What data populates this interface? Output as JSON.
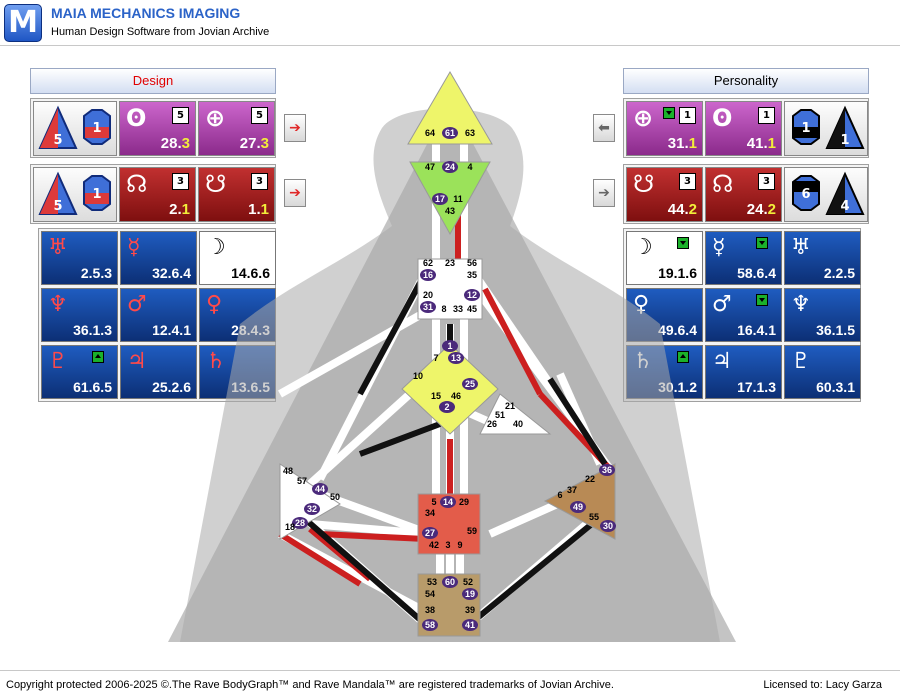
{
  "header": {
    "logo_letter": "M",
    "title": "MAIA MECHANICS IMAGING",
    "subtitle": "Human Design Software from Jovian Archive"
  },
  "design": {
    "title": "Design",
    "title_color": "#e00000",
    "row1": {
      "icon_a": "5",
      "icon_b": "1",
      "sun": {
        "sym": "ʘ",
        "line": "5",
        "val_main": "28.",
        "val_hl": "3"
      },
      "earth": {
        "sym": "⊕",
        "line": "5",
        "val_main": "27.",
        "val_hl": "3"
      }
    },
    "row2": {
      "icon_a": "5",
      "icon_b": "1",
      "north": {
        "sym": "☊",
        "line": "3",
        "val_main": "2.",
        "val_hl": "1"
      },
      "south": {
        "sym": "☋",
        "line": "3",
        "val_main": "1.",
        "val_hl": "1"
      }
    },
    "planets": [
      {
        "sym": "♅",
        "val": "2.5.3"
      },
      {
        "sym": "☿",
        "val": "32.6.4"
      },
      {
        "sym": "☽",
        "val": "14.6.6"
      },
      {
        "sym": "♆",
        "val": "36.1.3"
      },
      {
        "sym": "♂",
        "val": "12.4.1"
      },
      {
        "sym": "♀",
        "val": "28.4.3"
      },
      {
        "sym": "♇",
        "val": "61.6.5"
      },
      {
        "sym": "♃",
        "val": "25.2.6"
      },
      {
        "sym": "♄",
        "val": "13.6.5"
      }
    ]
  },
  "personality": {
    "title": "Personality",
    "row1": {
      "earth": {
        "sym": "⊕",
        "line": "1",
        "val_main": "31.",
        "val_hl": "1"
      },
      "sun": {
        "sym": "ʘ",
        "line": "1",
        "val_main": "41.",
        "val_hl": "1"
      },
      "icon_a": "1",
      "icon_b": "1"
    },
    "row2": {
      "south": {
        "sym": "☋",
        "line": "3",
        "val_main": "44.",
        "val_hl": "2"
      },
      "north": {
        "sym": "☊",
        "line": "3",
        "val_main": "24.",
        "val_hl": "2"
      },
      "icon_a": "6",
      "icon_b": "4"
    },
    "planets": [
      {
        "sym": "☽",
        "val": "19.1.6"
      },
      {
        "sym": "☿",
        "val": "58.6.4"
      },
      {
        "sym": "♅",
        "val": "2.2.5"
      },
      {
        "sym": "♀",
        "val": "49.6.4"
      },
      {
        "sym": "♂",
        "val": "16.4.1"
      },
      {
        "sym": "♆",
        "val": "36.1.5"
      },
      {
        "sym": "♄",
        "val": "30.1.2"
      },
      {
        "sym": "♃",
        "val": "17.1.3"
      },
      {
        "sym": "♇",
        "val": "60.3.1"
      }
    ]
  },
  "gates": {
    "head": [
      "64",
      "61",
      "63"
    ],
    "ajna": [
      "47",
      "24",
      "4",
      "17",
      "11",
      "43"
    ],
    "throat": [
      "62",
      "23",
      "56",
      "16",
      "35",
      "20",
      "12",
      "31",
      "8",
      "33",
      "45"
    ],
    "g": [
      "1",
      "13",
      "7",
      "10",
      "25",
      "15",
      "46",
      "2"
    ],
    "ego": [
      "21",
      "51",
      "26",
      "40"
    ],
    "spleen": [
      "48",
      "57",
      "44",
      "50",
      "32",
      "28",
      "18"
    ],
    "sacral": [
      "5",
      "14",
      "29",
      "34",
      "27",
      "59",
      "42",
      "3",
      "9"
    ],
    "solar": [
      "36",
      "22",
      "37",
      "6",
      "49",
      "55",
      "30"
    ],
    "root": [
      "53",
      "60",
      "52",
      "54",
      "19",
      "38",
      "39",
      "58",
      "41"
    ]
  },
  "footer": {
    "copyright": "Copyright protected 2006-2025 ©.The Rave BodyGraph™ and Rave Mandala™ are registered trademarks of Jovian Archive.",
    "license": "Licensed to: Lacy Garza"
  },
  "colors": {
    "design": "#cc1f1f",
    "personality": "#111111",
    "accent": "#2b63c8"
  }
}
